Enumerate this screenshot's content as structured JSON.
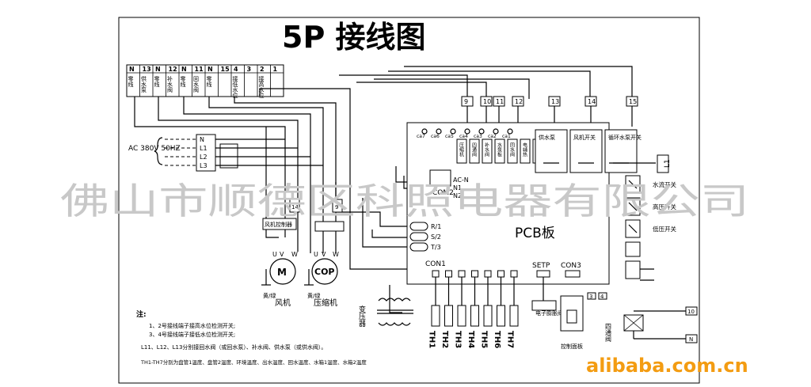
{
  "title": "5P 接线图",
  "terminal_strip": {
    "numbers": [
      "N",
      "13",
      "N",
      "12",
      "N",
      "11",
      "N",
      "15",
      "4",
      "3",
      "2",
      "1"
    ],
    "labels": [
      "零线",
      "供水泵",
      "零线",
      "补水阀",
      "零线",
      "回水阀",
      "零线",
      "",
      "接低水位",
      "",
      "接高水位",
      ""
    ]
  },
  "power": {
    "supply": "AC 380V 50HZ",
    "phases": [
      "N",
      "L1",
      "L2",
      "L3"
    ]
  },
  "pcb_top_numbers": [
    "9",
    "10",
    "11",
    "12",
    "13",
    "14",
    "15"
  ],
  "pcb_pins": [
    "ca7",
    "ca6",
    "ca5",
    "ca4",
    "ca3",
    "ca2",
    "ca1"
  ],
  "relays": [
    "供水泵",
    "风机开关",
    "循环水泵开关"
  ],
  "pcb_vertical": [
    "压缩机",
    "四通阀",
    "补水阀",
    "水泵板",
    "回水阀",
    "电辅热",
    "供热泵"
  ],
  "acn": [
    "AC-N",
    "N1",
    "N2"
  ],
  "com2": "COM2",
  "rst": [
    "R/1",
    "S/2",
    "T/3"
  ],
  "pcb_label": "PCB板",
  "switches": [
    "水流开关",
    "高压开关",
    "低压开关"
  ],
  "l1_label": "L1",
  "con1": "CON1",
  "setp": "SETP",
  "con3": "CON3",
  "con3_pins": [
    "3",
    "4"
  ],
  "th_sensors": [
    "TH1",
    "TH2",
    "TH3",
    "TH4",
    "TH5",
    "TH6",
    "TH7"
  ],
  "fan_motor": {
    "symbol": "M",
    "label": "风机",
    "pins": [
      "U",
      "V",
      "W"
    ],
    "wire": "黄/绿",
    "tag": "14",
    "box": "风机控制器"
  },
  "compressor": {
    "symbol": "COP",
    "label": "压缩机",
    "pins": [
      "U",
      "V",
      "W"
    ],
    "wire": "黄/绿",
    "tag": "9"
  },
  "transformer": "变压器",
  "electronic_valve": "电子膨胀阀",
  "control_panel": "控制面板",
  "four_way_valve": "四通阀",
  "right_terminals": [
    "10",
    "N"
  ],
  "notes": {
    "head": "注:",
    "lines": [
      "1、2号接线端子接高水位检测开关;",
      "3、4号接线端子接低水位检测开关;",
      "L11、L12、L13分别接回水阀（或回水泵）、补水阀、供水泵（或供水阀）。",
      "TH1-TH7分别为盘管1温度、盘管2温度、环境温度、出水温度、回水温度、水箱1温度、水箱2温度"
    ]
  },
  "watermark": "佛山市顺德区科照电器有限公司",
  "site": "alibaba.com.cn"
}
